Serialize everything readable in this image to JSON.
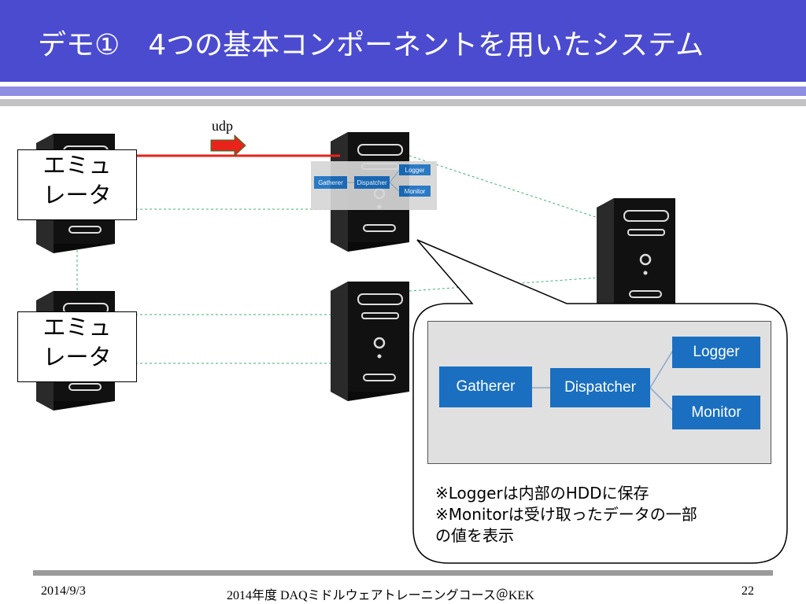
{
  "slide": {
    "title": "デモ①　4つの基本コンポーネントを用いたシステム",
    "footer": {
      "date": "2014/9/3",
      "course": "2014年度 DAQミドルウェアトレーニングコース＠KEK",
      "page": "22"
    }
  },
  "diagram": {
    "emulator_label_line1": "エミュ",
    "emulator_label_line2": "レータ",
    "emulators": [
      {
        "line1": "エミュ",
        "line2": "レータ"
      },
      {
        "line1": "エミュ",
        "line2": "レータ"
      }
    ],
    "udp_label": "udp",
    "mini_components": {
      "gatherer": "Gatherer",
      "dispatcher": "Dispatcher",
      "logger": "Logger",
      "monitor": "Monitor"
    },
    "callout": {
      "components": {
        "gatherer": "Gatherer",
        "dispatcher": "Dispatcher",
        "logger": "Logger",
        "monitor": "Monitor"
      },
      "notes": [
        "※Loggerは内部のHDDに保存",
        "※Monitorは受け取ったデータの一部",
        "の値を表示"
      ]
    },
    "colors": {
      "title_bar": "#4b4bd0",
      "component_blue": "#1a6fc0",
      "udp_arrow": "#e8231b",
      "link_dotted": "#3cb371"
    },
    "icons": [
      "server-tower-icon",
      "red-arrow-icon"
    ]
  }
}
